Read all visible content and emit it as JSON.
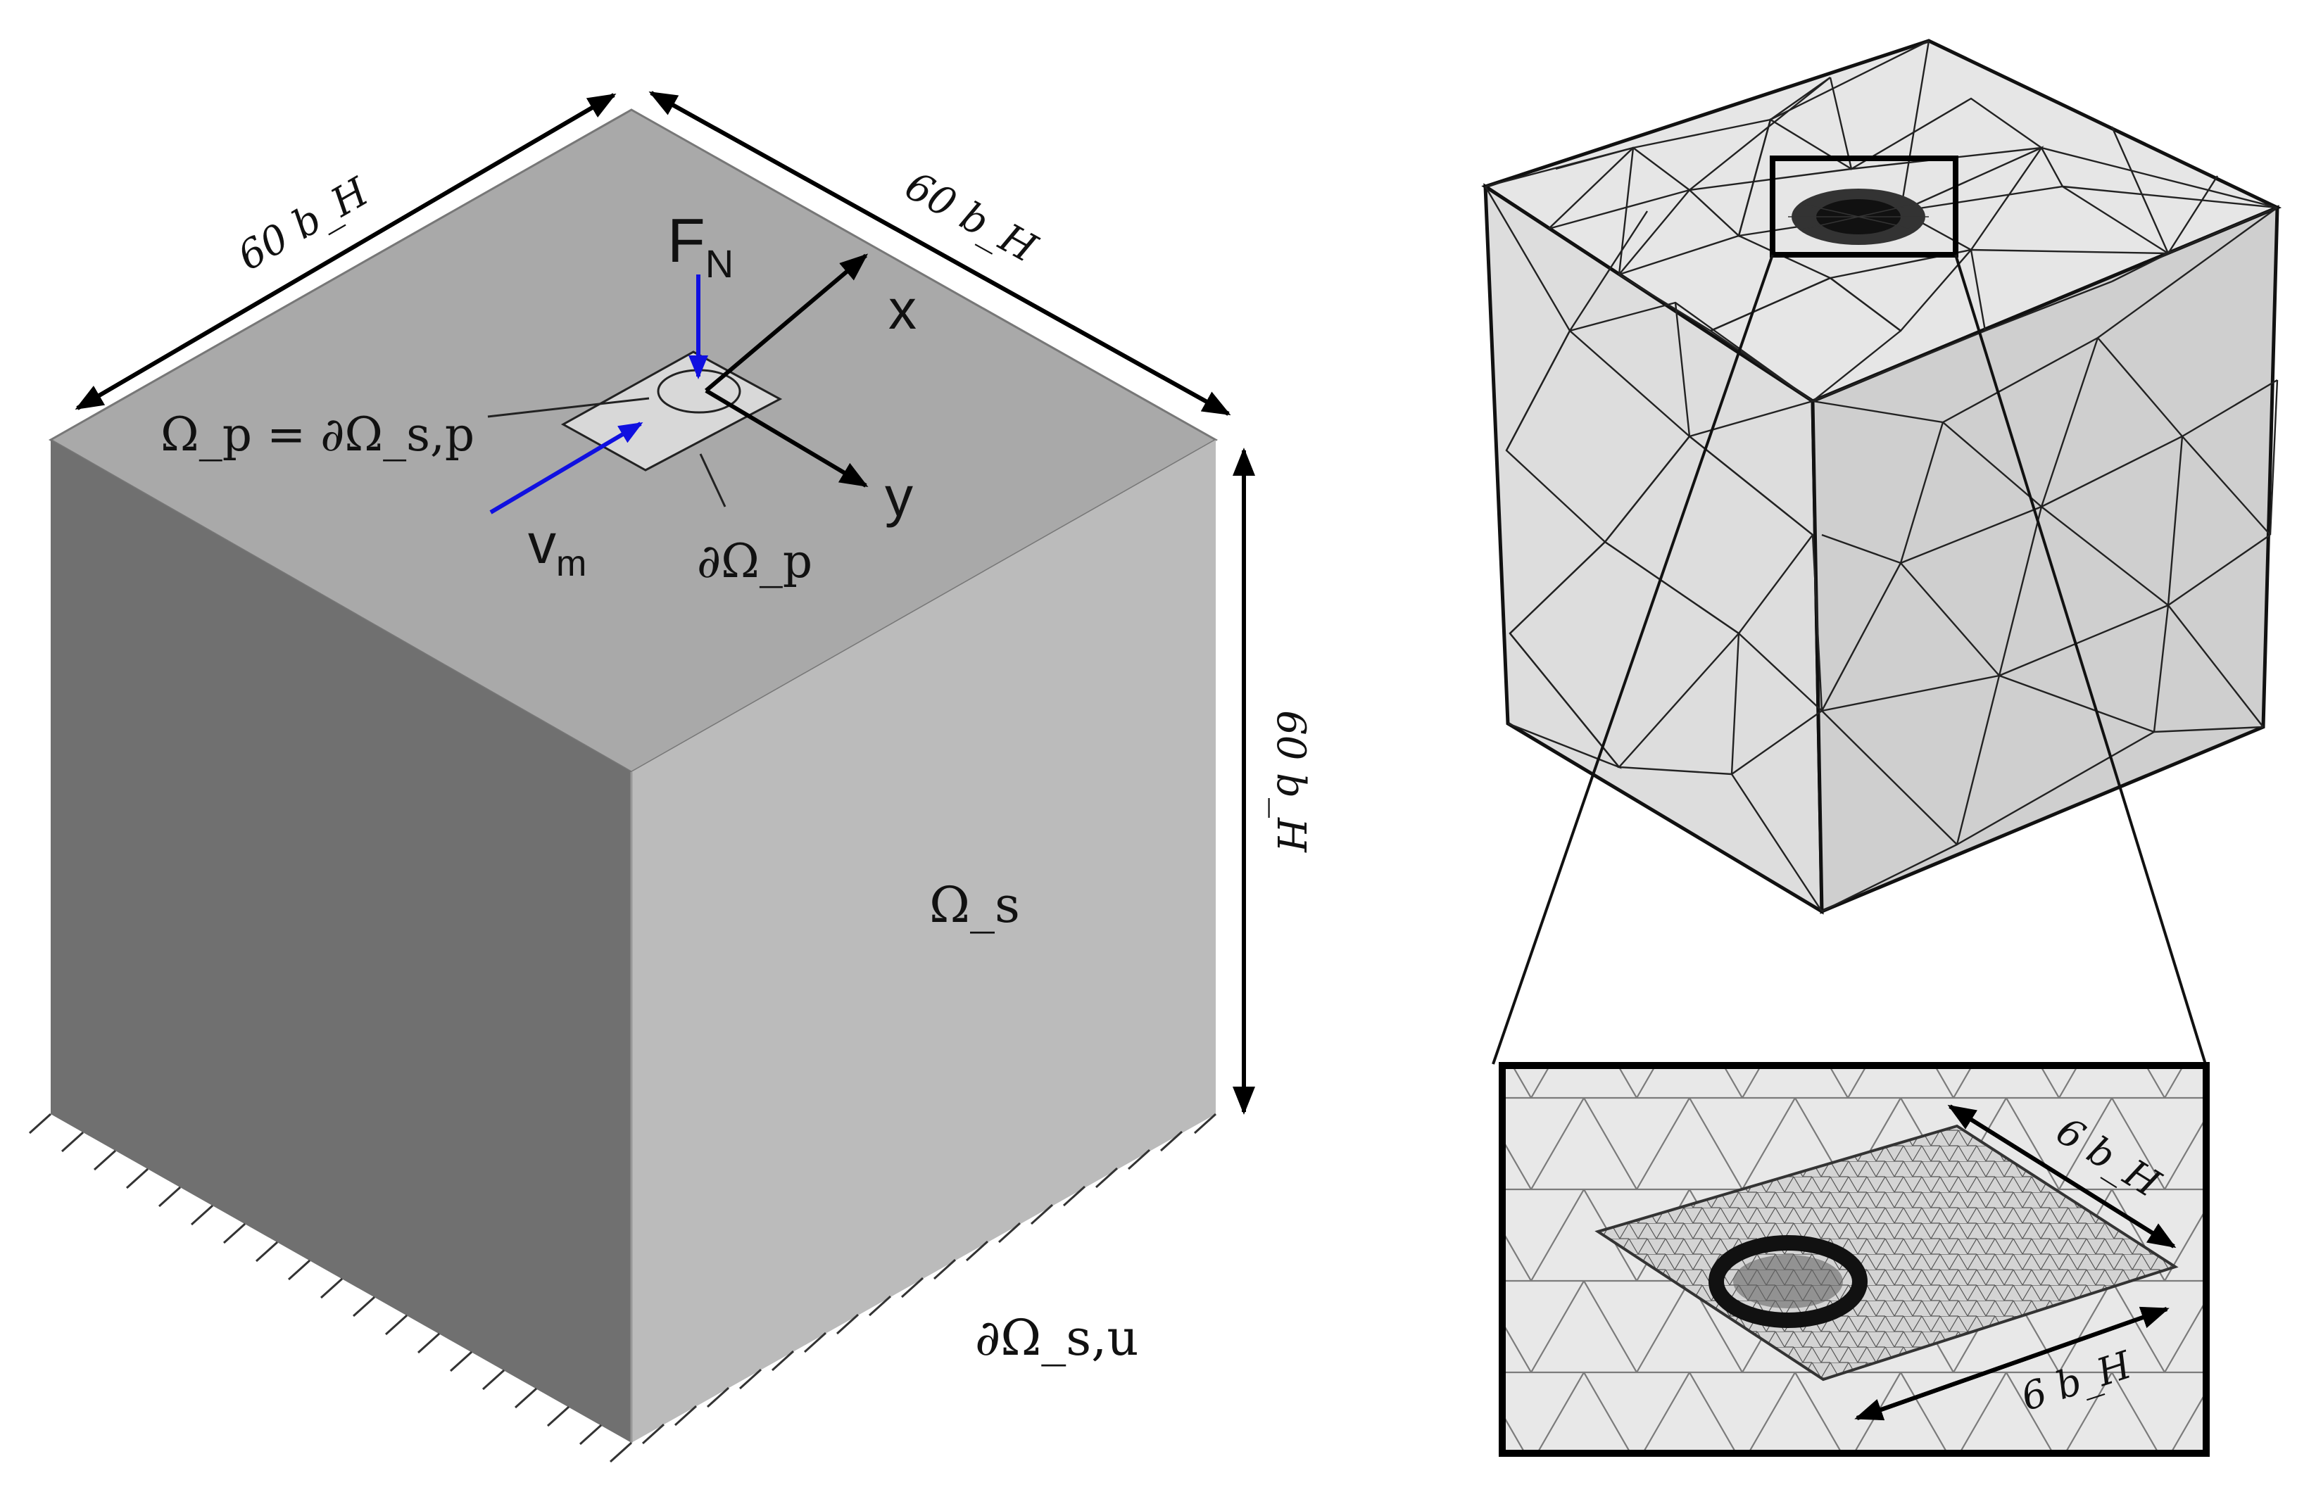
{
  "left_cube": {
    "dim_top_left": "60 b_H",
    "dim_top_right": "60 b_H",
    "dim_vertical": "60 b_H",
    "force_label": "F",
    "force_sub": "N",
    "axis_x": "x",
    "axis_y": "y",
    "velocity_label": "v",
    "velocity_sub": "m",
    "pad_domain_label": "Ω_p = ∂Ω_s,p",
    "pad_boundary_label": "∂Ω_p",
    "solid_domain_label": "Ω_s",
    "fixed_boundary_label": "∂Ω_s,u"
  },
  "mesh_inset": {
    "dim_upper": "6 b_H",
    "dim_lower": "6 b_H"
  },
  "colors": {
    "top_face": "#a9a9a9",
    "left_face": "#707070",
    "right_face": "#bbbbbb",
    "vector_blue": "#1010e0",
    "mesh_face": "#e2e2e2"
  }
}
